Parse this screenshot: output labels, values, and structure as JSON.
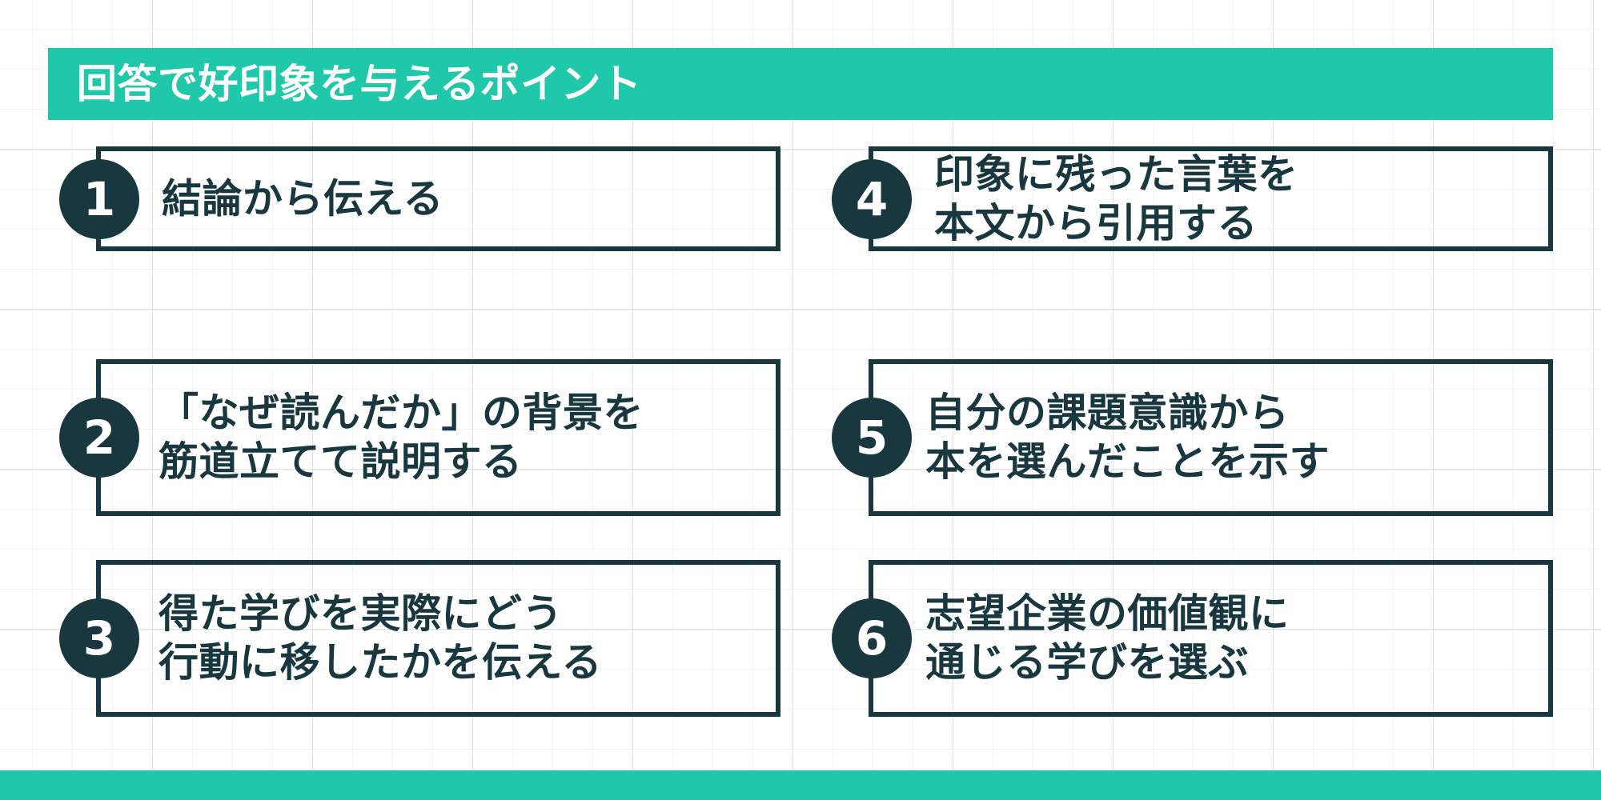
{
  "colors": {
    "accent_teal": "#1ec8a8",
    "dark_navy": "#18373e",
    "text_on_accent": "#ffffff",
    "background": "#ffffff"
  },
  "header": {
    "title": "回答で好印象を与えるポイント"
  },
  "points": [
    {
      "number": "1",
      "text": "結論から伝える",
      "column": "left",
      "row": 1
    },
    {
      "number": "2",
      "text": "「なぜ読んだか」の背景を\n筋道立てて説明する",
      "column": "left",
      "row": 2
    },
    {
      "number": "3",
      "text": "得た学びを実際にどう\n行動に移したかを伝える",
      "column": "left",
      "row": 3
    },
    {
      "number": "4",
      "text": "印象に残った言葉を\n本文から引用する",
      "column": "right",
      "row": 1
    },
    {
      "number": "5",
      "text": "自分の課題意識から\n本を選んだことを示す",
      "column": "right",
      "row": 2
    },
    {
      "number": "6",
      "text": "志望企業の価値観に\n通じる学びを選ぶ",
      "column": "right",
      "row": 3
    }
  ]
}
